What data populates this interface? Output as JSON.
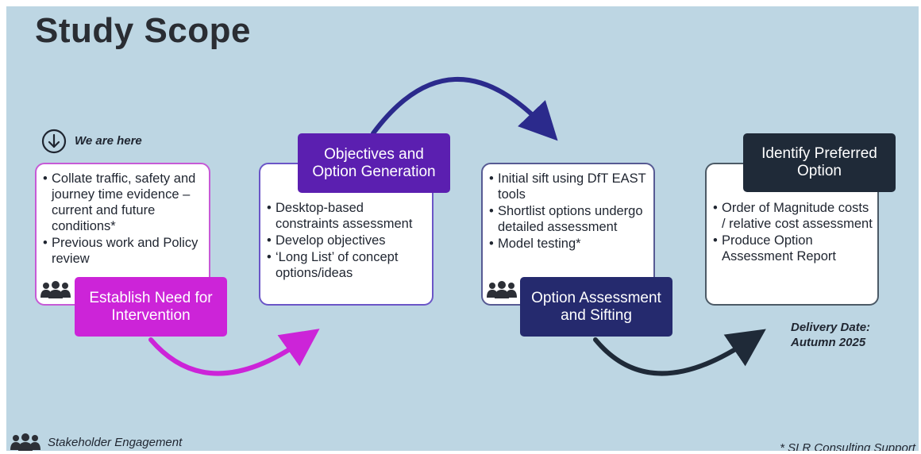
{
  "title": "Study Scope",
  "we_are_here": "We are here",
  "steps": [
    {
      "label": "Establish Need for Intervention",
      "bullets": [
        "Collate traffic, safety and journey time evidence – current and future conditions*",
        "Previous work and Policy review"
      ]
    },
    {
      "label": "Objectives and Option Generation",
      "bullets": [
        "Desktop-based constraints assessment",
        "Develop objectives",
        "‘Long List’ of concept options/ideas"
      ]
    },
    {
      "label": "Option Assessment and Sifting",
      "bullets": [
        "Initial sift using DfT EAST tools",
        "Shortlist options undergo detailed assessment",
        "Model testing*"
      ]
    },
    {
      "label": "Identify Preferred Option",
      "bullets": [
        "Order of Magnitude costs / relative cost assessment",
        "Produce Option Assessment Report"
      ]
    }
  ],
  "delivery": {
    "line1": "Delivery Date:",
    "line2": "Autumn 2025"
  },
  "legend": {
    "stakeholder": "Stakeholder Engagement"
  },
  "footnote": "* SLR Consulting Support",
  "colors": {
    "background": "#bdd6e3",
    "step1": "#cc24d8",
    "step2": "#5b1fb0",
    "step3": "#252a6e",
    "step4": "#1f2a38",
    "arrow1": "#cc24d8",
    "arrow2": "#2b2a8c",
    "arrow3": "#1f2a38"
  },
  "icons": {
    "here": "down-arrow-circle-icon",
    "people": "people-group-icon"
  }
}
